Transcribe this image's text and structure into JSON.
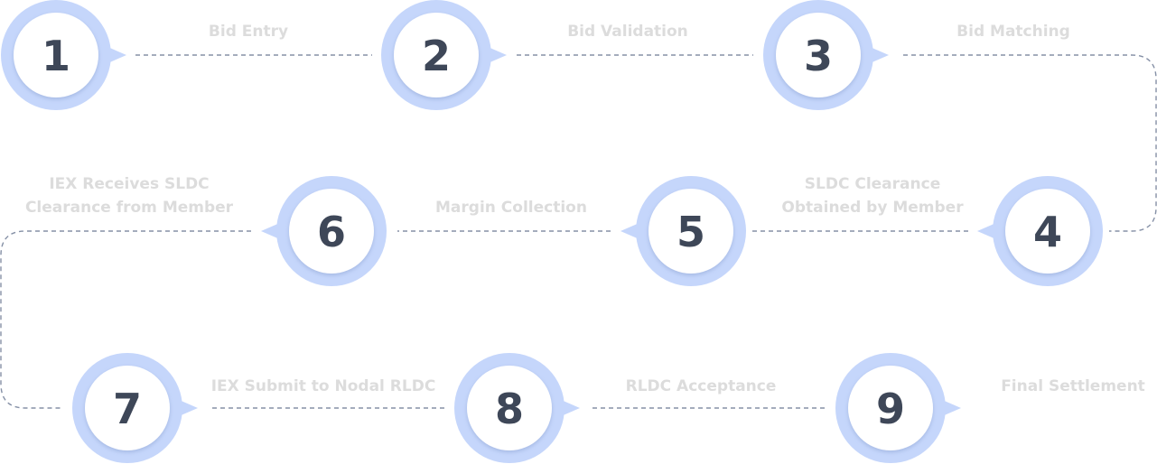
{
  "colors": {
    "ring_outer": "#c5d6fb",
    "ring_fill": "#ffffff",
    "number": "#3e4758",
    "label": "#dcdcdc",
    "dash": "#8590a6"
  },
  "steps": [
    {
      "number": "1",
      "label": [
        "Bid Entry"
      ]
    },
    {
      "number": "2",
      "label": [
        "Bid Validation"
      ]
    },
    {
      "number": "3",
      "label": [
        "Bid Matching"
      ]
    },
    {
      "number": "4",
      "label": [
        "SLDC Clearance",
        "Obtained by Member"
      ]
    },
    {
      "number": "5",
      "label": [
        "Margin Collection"
      ]
    },
    {
      "number": "6",
      "label": [
        "IEX Receives SLDC",
        "Clearance from Member"
      ]
    },
    {
      "number": "7",
      "label": [
        "IEX Submit to Nodal RLDC"
      ]
    },
    {
      "number": "8",
      "label": [
        "RLDC Acceptance"
      ]
    },
    {
      "number": "9",
      "label": [
        "Final Settlement"
      ]
    }
  ]
}
